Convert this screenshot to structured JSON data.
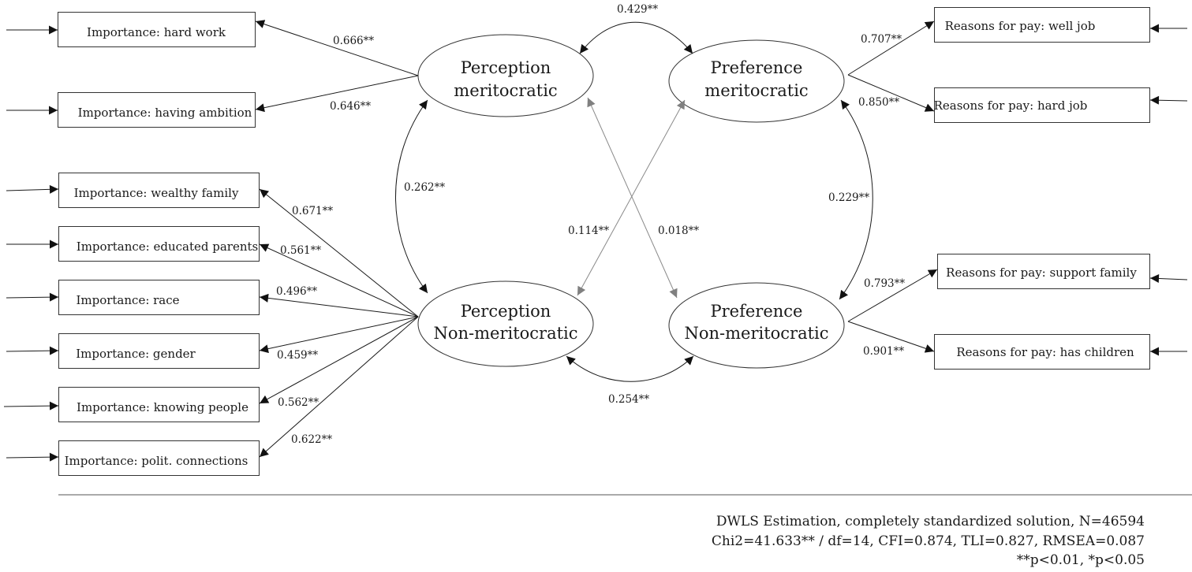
{
  "latents": {
    "perc_mer": [
      "Perception",
      "meritocratic"
    ],
    "pref_mer": [
      "Preference",
      "meritocratic"
    ],
    "perc_non": [
      "Perception",
      "Non-meritocratic"
    ],
    "pref_non": [
      "Preference",
      "Non-meritocratic"
    ]
  },
  "indicators": {
    "hard_work": "Importance: hard work",
    "ambition": "Importance: having ambition",
    "wealthy_family": "Importance: wealthy family",
    "educated_parents": "Importance: educated parents",
    "race": "Importance: race",
    "gender": "Importance: gender",
    "knowing_people": "Importance: knowing people",
    "polit_connections": "Importance: polit. connections",
    "well_job": "Reasons for pay: well job",
    "hard_job": "Reasons for pay: hard job",
    "support_family": "Reasons for pay: support family",
    "has_children": "Reasons for pay: has children"
  },
  "loadings": {
    "hard_work": "0.666**",
    "ambition": "0.646**",
    "wealthy_family": "0.671**",
    "educated_parents": "0.561**",
    "race": "0.496**",
    "gender": "0.459**",
    "knowing_people": "0.562**",
    "polit_connections": "0.622**",
    "well_job": "0.707**",
    "hard_job": "0.850**",
    "support_family": "0.793**",
    "has_children": "0.901**"
  },
  "covariances": {
    "perc_mer_pref_mer": "0.429**",
    "perc_mer_perc_non": "0.262**",
    "pref_mer_pref_non": "0.229**",
    "perc_non_pref_non": "0.254**",
    "pref_mer_perc_non": "0.114**",
    "perc_mer_pref_non": "0.018**"
  },
  "footer": {
    "line1": "DWLS Estimation, completely standardized solution, N=46594",
    "line2": "Chi2=41.633** / df=14, CFI=0.874, TLI=0.827, RMSEA=0.087",
    "line3": "**p<0.01, *p<0.05"
  }
}
